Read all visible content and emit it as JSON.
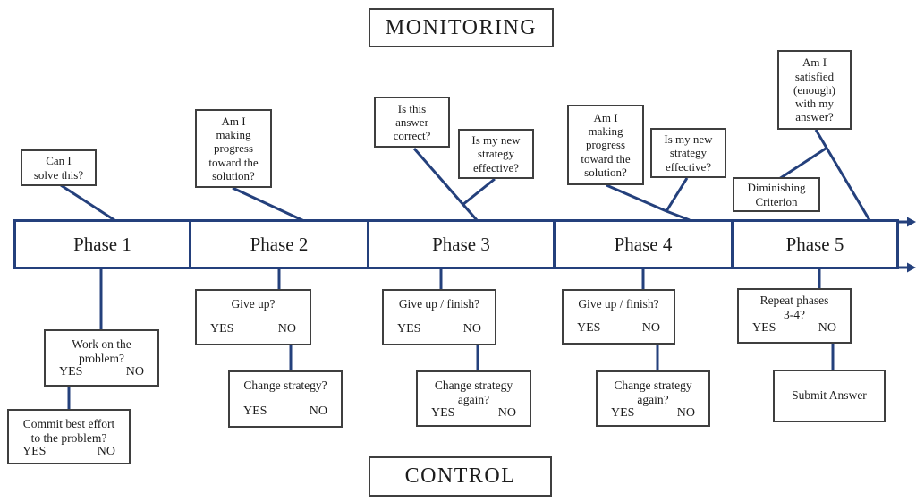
{
  "titles": {
    "monitoring": "MONITORING",
    "control": "CONTROL"
  },
  "phases": [
    {
      "label": "Phase 1"
    },
    {
      "label": "Phase 2"
    },
    {
      "label": "Phase 3"
    },
    {
      "label": "Phase 4"
    },
    {
      "label": "Phase 5"
    }
  ],
  "monitoring_boxes": [
    {
      "id": "can-i-solve-this",
      "text": "Can I\nsolve this?"
    },
    {
      "id": "making-progress-phase2",
      "text": "Am I\nmaking\nprogress\ntoward the\nsolution?"
    },
    {
      "id": "is-answer-correct",
      "text": "Is this\nanswer\ncorrect?"
    },
    {
      "id": "new-strategy-effective-p3",
      "text": "Is my new\nstrategy\neffective?"
    },
    {
      "id": "making-progress-phase4",
      "text": "Am I\nmaking\nprogress\ntoward the\nsolution?"
    },
    {
      "id": "new-strategy-effective-p4",
      "text": "Is my new\nstrategy\neffective?"
    },
    {
      "id": "satisfied-with-answer",
      "text": "Am I\nsatisfied\n(enough)\nwith my\nanswer?"
    },
    {
      "id": "diminishing-criterion",
      "text": "Diminishing\nCriterion"
    }
  ],
  "control_boxes": [
    {
      "id": "work-on-problem",
      "question": "Work on the\nproblem?",
      "yes": "YES",
      "no": "NO"
    },
    {
      "id": "commit-best-effort",
      "question": "Commit best effort\nto the problem?",
      "yes": "YES",
      "no": "NO"
    },
    {
      "id": "give-up-phase2",
      "question": "Give up?",
      "yes": "YES",
      "no": "NO"
    },
    {
      "id": "change-strategy-phase2",
      "question": "Change strategy?",
      "yes": "YES",
      "no": "NO"
    },
    {
      "id": "give-up-finish-phase3",
      "question": "Give up / finish?",
      "yes": "YES",
      "no": "NO"
    },
    {
      "id": "change-strategy-again-p3",
      "question": "Change strategy\nagain?",
      "yes": "YES",
      "no": "NO"
    },
    {
      "id": "give-up-finish-phase4",
      "question": "Give up / finish?",
      "yes": "YES",
      "no": "NO"
    },
    {
      "id": "change-strategy-again-p4",
      "question": "Change strategy\nagain?",
      "yes": "YES",
      "no": "NO"
    },
    {
      "id": "repeat-phases-3-4",
      "question": "Repeat phases\n3-4?",
      "yes": "YES",
      "no": "NO"
    },
    {
      "id": "submit-answer",
      "question": "Submit Answer"
    }
  ],
  "colors": {
    "line_navy": "#24407c",
    "box_border_gray": "#3f3f3f",
    "text": "#1c1c1c"
  }
}
